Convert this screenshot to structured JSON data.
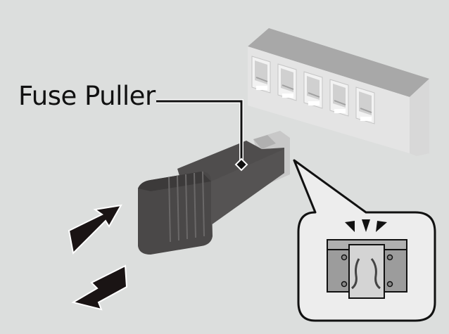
{
  "diagram": {
    "callout_label": "Fuse Puller",
    "parts": {
      "fuse_block": "fuse-block",
      "fuse_puller": "fuse-puller",
      "detail_inset": "blown-fuse-detail"
    },
    "fuse_block_slots": 5,
    "arrows": [
      "push-in",
      "pull-out"
    ],
    "colors": {
      "background": "#dcdedd",
      "puller": "#4a4848",
      "block_top": "#a9a9a9",
      "block_face": "#e6e6e6",
      "outline": "#111111"
    }
  }
}
